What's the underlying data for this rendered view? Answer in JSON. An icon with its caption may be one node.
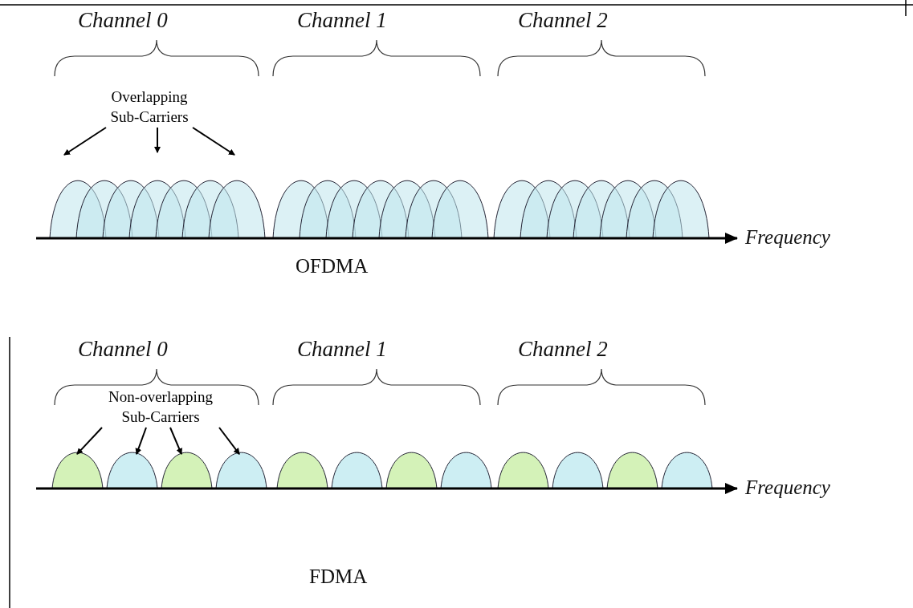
{
  "diagram": {
    "nodes": [
      {
        "text": [
          "Overlapping Sub-Carriers"
        ]
      },
      {
        "text": [
          "Non-overlapping Sub-Carriers"
        ]
      },
      {
        "text": [],
        "shape": "bell"
      },
      {
        "text": [],
        "shape": "bell"
      },
      {
        "text": [],
        "shape": "bell"
      },
      {
        "text": [],
        "shape": "bell"
      }
    ],
    "edges": [
      {
        "from": 0,
        "to": null,
        "arrow": "to"
      },
      {
        "from": 0,
        "to": null,
        "arrow": "to"
      },
      {
        "from": 0,
        "to": null,
        "arrow": "to"
      },
      {
        "from": 1,
        "to": 2,
        "arrow": "to"
      },
      {
        "from": 1,
        "to": 3,
        "arrow": "to"
      },
      {
        "from": 1,
        "to": 4,
        "arrow": "to"
      },
      {
        "from": 1,
        "to": 5,
        "arrow": "to"
      }
    ],
    "labels": [
      "Channel 0",
      "Channel 1",
      "Channel 2",
      "Frequency",
      "OFDMA",
      "Channel 0",
      "Channel 1",
      "Channel 2",
      "Frequency",
      "FDMA"
    ]
  }
}
